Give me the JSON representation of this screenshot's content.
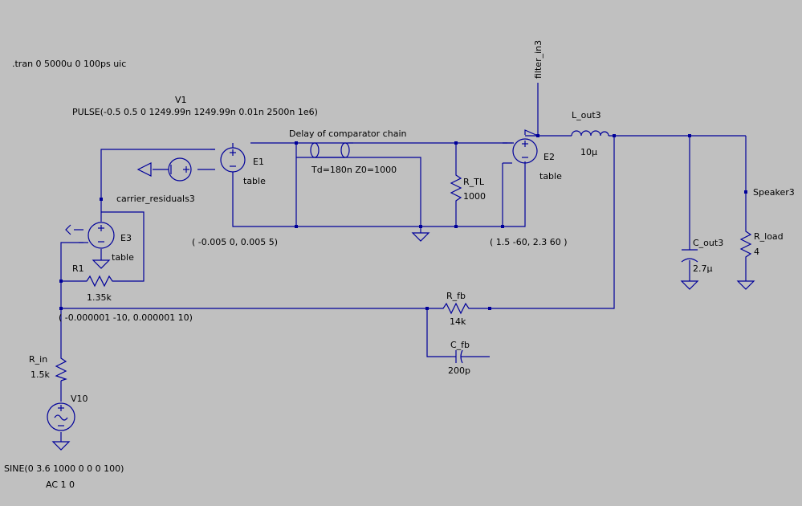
{
  "directive": ".tran 0 5000u 0 100ps uic",
  "components": {
    "V1": {
      "name": "V1",
      "value": "PULSE(-0.5 0.5 0 1249.99n 1249.99n 0.01n 2500n 1e6)"
    },
    "E1": {
      "name": "E1",
      "type": "table",
      "table": "( -0.005 0, 0.005 5)"
    },
    "E2": {
      "name": "E2",
      "type": "table",
      "table": "( 1.5 -60, 2.3 60 )"
    },
    "E3": {
      "name": "E3",
      "type": "table",
      "table": "( -0.000001 -10, 0.000001 10)"
    },
    "TL": {
      "label": "Delay of comparator chain",
      "params": "Td=180n Z0=1000"
    },
    "R_TL": {
      "name": "R_TL",
      "value": "1000"
    },
    "L_out3": {
      "name": "L_out3",
      "value": "10µ"
    },
    "C_out3": {
      "name": "C_out3",
      "value": "2.7µ"
    },
    "R_load": {
      "name": "R_load",
      "value": "4"
    },
    "R1": {
      "name": "R1",
      "value": "1.35k"
    },
    "R_fb": {
      "name": "R_fb",
      "value": "14k"
    },
    "C_fb": {
      "name": "C_fb",
      "value": "200p"
    },
    "R_in": {
      "name": "R_in",
      "value": "1.5k"
    },
    "V10": {
      "name": "V10",
      "value": "SINE(0 3.6 1000 0 0 0 100)",
      "ac": "AC 1 0"
    }
  },
  "nets": {
    "carrier": "carrier_residuals3",
    "filter": "filter_in3",
    "speaker": "Speaker3"
  },
  "colors": {
    "background": "#c0c0c0",
    "wire": "#00009a",
    "text": "#000000"
  }
}
